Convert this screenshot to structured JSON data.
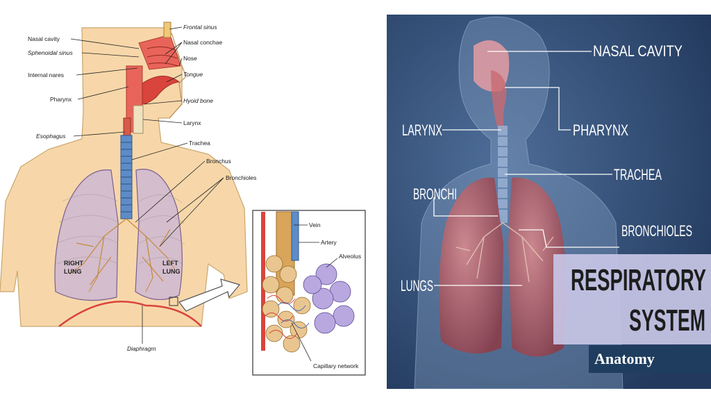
{
  "left_diagram": {
    "labels": {
      "nasal_cavity": "Nasal cavity",
      "sphenoidal_sinus": "Sphenoidal sinus",
      "internal_nares": "Internal nares",
      "pharynx": "Pharynx",
      "esophagus": "Esophagus",
      "frontal_sinus": "Frontal sinus",
      "nasal_conchae": "Nasal conchae",
      "nose": "Nose",
      "tongue": "Tongue",
      "hyoid_bone": "Hyoid bone",
      "larynx": "Larynx",
      "trachea": "Trachea",
      "bronchus": "Bronchus",
      "bronchioles": "Bronchioles",
      "right_lung_1": "RIGHT",
      "right_lung_2": "LUNG",
      "left_lung_1": "LEFT",
      "left_lung_2": "LUNG",
      "diaphragm": "Diaphragm"
    },
    "inset": {
      "vein": "Vein",
      "artery": "Artery",
      "alveolus": "Alveolus",
      "capillary_network": "Capillary network"
    }
  },
  "right_diagram": {
    "labels": {
      "nasal_cavity": "NASAL CAVITY",
      "larynx": "LARYNX",
      "pharynx": "PHARYNX",
      "trachea": "TRACHEA",
      "bronchi": "BRONCHI",
      "bronchioles": "BRONCHIOLES",
      "lungs": "LUNGS"
    },
    "title_line1": "RESPIRATORY",
    "title_line2": "SYSTEM",
    "tag": "Anatomy",
    "colors": {
      "background": "#2f4a72",
      "title_panel": "#c8c6e6",
      "tag_bg": "#1f3d5e"
    }
  }
}
